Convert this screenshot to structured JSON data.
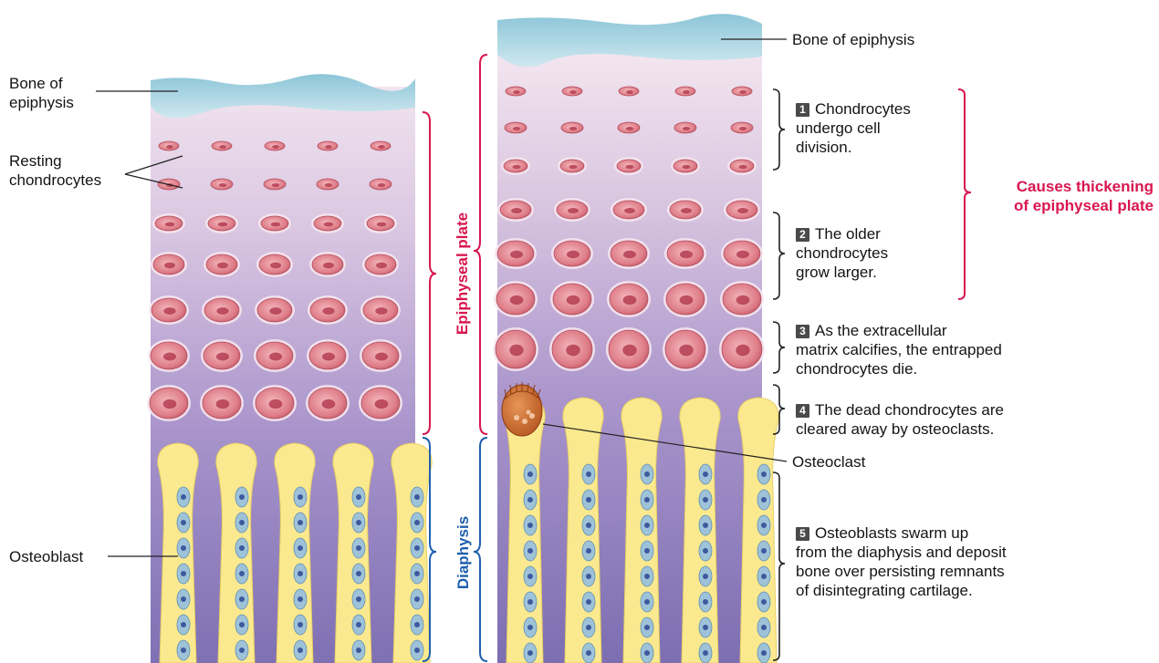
{
  "left_panel": {
    "labels": {
      "bone_of_epiphysis": [
        "Bone of",
        "epiphysis"
      ],
      "resting_chondrocytes": [
        "Resting",
        "chondrocytes"
      ],
      "osteoblast": "Osteoblast"
    }
  },
  "middle_labels": {
    "epiphyseal_plate": "Epiphyseal plate",
    "diaphysis": "Diaphysis"
  },
  "right_panel": {
    "bone_of_epiphysis": "Bone of epiphysis",
    "osteoclast": "Osteoclast",
    "steps": [
      {
        "number": "1",
        "lines": [
          "Chondrocytes",
          "undergo cell",
          "division."
        ]
      },
      {
        "number": "2",
        "lines": [
          "The older",
          "chondrocytes",
          "grow larger."
        ]
      },
      {
        "number": "3",
        "lines": [
          "As the extracellular",
          "matrix calcifies, the entrapped",
          "chondrocytes die."
        ]
      },
      {
        "number": "4",
        "lines": [
          "The dead chondrocytes are",
          "cleared away by osteoclasts."
        ]
      },
      {
        "number": "5",
        "lines": [
          "Osteoblasts swarm up",
          "from the diaphysis and deposit",
          "bone over persisting remnants",
          "of disintegrating cartilage."
        ]
      }
    ],
    "cause_label": [
      "Causes thickening",
      "of epiphyseal plate"
    ]
  },
  "colors": {
    "cause_label": "#d8164f",
    "epiphyseal_bracket": "#d8164f",
    "diaphysis_bracket": "#1f5fae",
    "bone_cap": "#a9d4e2",
    "cartilage_top": "#f2e3ee",
    "cartilage_bottom": "#8f7cbf",
    "bone_trabeculae": "#fbe98f",
    "chondrocyte": "#e58a92",
    "osteoclast": "#c86a2a"
  }
}
